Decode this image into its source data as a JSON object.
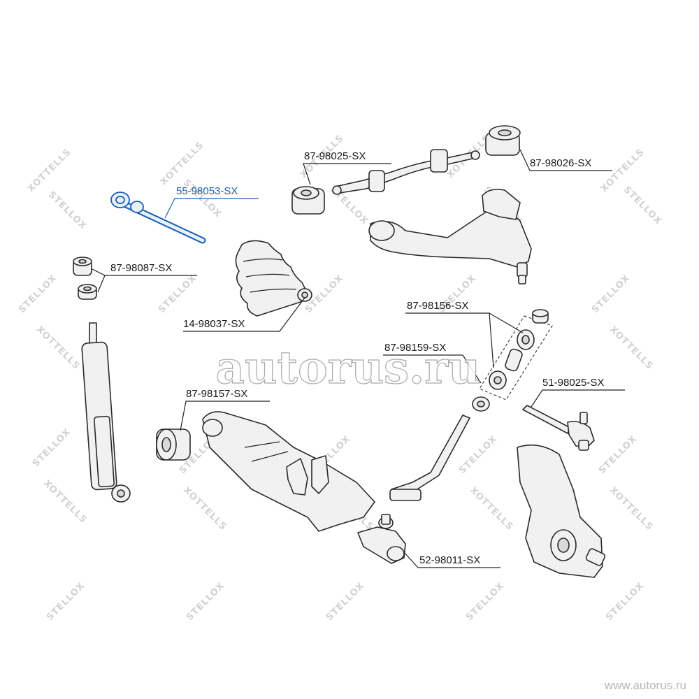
{
  "watermark": {
    "overlay": "autorus.ru",
    "footer": "www.autorus.ru",
    "brand": "STELLOX",
    "brand_mirror": "XOTTELLS"
  },
  "parts": [
    {
      "id": "tie-rod",
      "label": "55-98053-SX",
      "highlight": true
    },
    {
      "id": "stab-bushing-front",
      "label": "87-98025-SX",
      "highlight": false
    },
    {
      "id": "upper-arm-bushing",
      "label": "87-98026-SX",
      "highlight": false
    },
    {
      "id": "stab-link-bushing",
      "label": "87-98087-SX",
      "highlight": false
    },
    {
      "id": "steering-boot",
      "label": "14-98037-SX",
      "highlight": false
    },
    {
      "id": "strut-bushing-set",
      "label": "87-98156-SX",
      "highlight": false
    },
    {
      "id": "strut-bushing",
      "label": "87-98159-SX",
      "highlight": false
    },
    {
      "id": "lower-arm-bushing",
      "label": "87-98157-SX",
      "highlight": false
    },
    {
      "id": "tie-rod-end",
      "label": "51-98025-SX",
      "highlight": false
    },
    {
      "id": "ball-joint",
      "label": "52-98011-SX",
      "highlight": false
    }
  ]
}
